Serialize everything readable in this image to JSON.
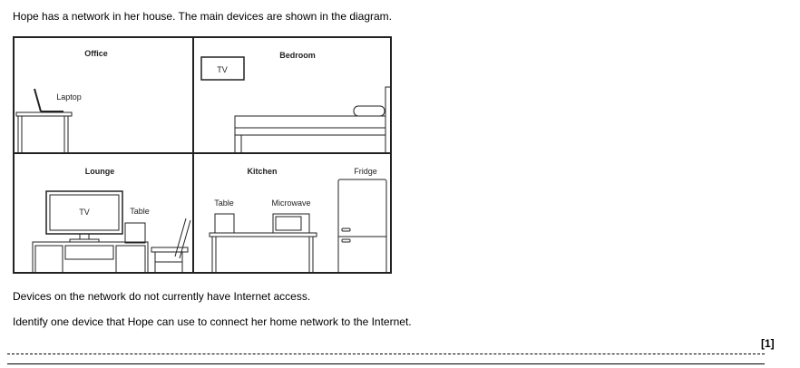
{
  "intro": "Hope has a network in her house. The main devices are shown in the diagram.",
  "diagram": {
    "rooms": {
      "office": "Office",
      "bedroom": "Bedroom",
      "lounge": "Lounge",
      "kitchen": "Kitchen"
    },
    "devices": {
      "laptop": "Laptop",
      "bedroom_tv": "TV",
      "lounge_tv": "TV",
      "lounge_tablet": "Table",
      "kitchen_tablet": "Table",
      "microwave": "Microwave",
      "fridge": "Fridge"
    }
  },
  "statement": "Devices on the network do not currently have Internet access.",
  "question": "Identify one device that Hope can use to connect her home network to the Internet.",
  "marks": "[1]"
}
